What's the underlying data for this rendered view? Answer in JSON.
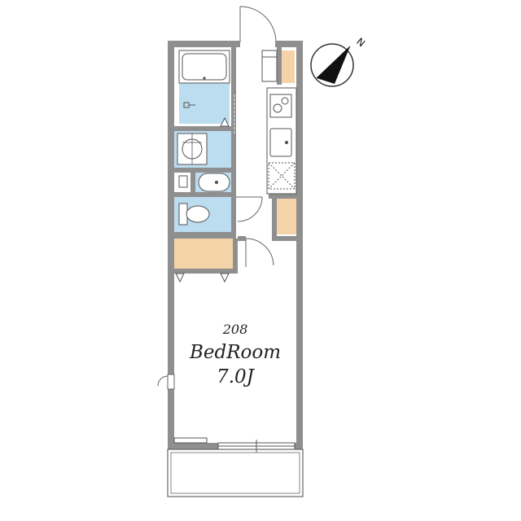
{
  "room": {
    "number": "208",
    "name": "BedRoom",
    "size": "7.0J"
  },
  "compass": {
    "label": "N"
  },
  "colors": {
    "wall": "#8f8f8f",
    "wet_area": "#bcdcef",
    "storage": "#f5d3a8",
    "line": "#555555"
  },
  "icons": [
    "bathtub-icon",
    "washbasin-icon",
    "washing-machine-icon",
    "toilet-icon",
    "stove-icon",
    "sink-icon",
    "refrigerator-space-icon",
    "compass-icon"
  ]
}
